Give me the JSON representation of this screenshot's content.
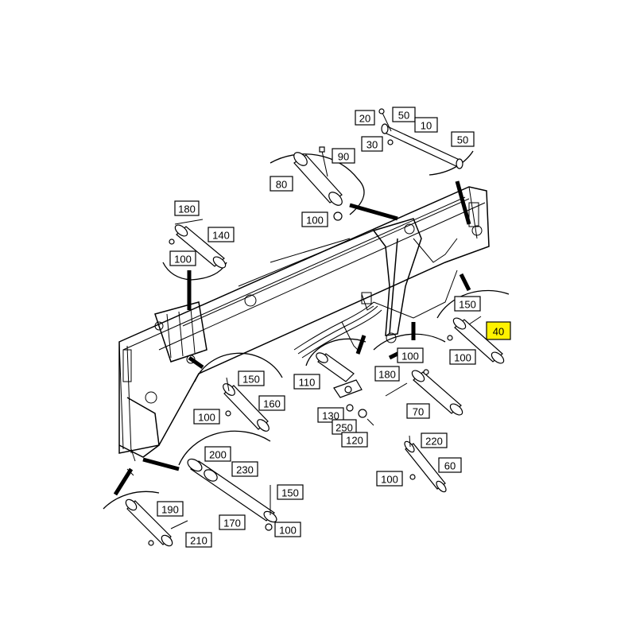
{
  "labels": [
    {
      "id": "l20",
      "text": "20"
    },
    {
      "id": "l50a",
      "text": "50"
    },
    {
      "id": "l10",
      "text": "10"
    },
    {
      "id": "l30",
      "text": "30"
    },
    {
      "id": "l50b",
      "text": "50"
    },
    {
      "id": "l90",
      "text": "90"
    },
    {
      "id": "l80",
      "text": "80"
    },
    {
      "id": "l100a",
      "text": "100"
    },
    {
      "id": "l180a",
      "text": "180"
    },
    {
      "id": "l140",
      "text": "140"
    },
    {
      "id": "l100b",
      "text": "100"
    },
    {
      "id": "l150a",
      "text": "150"
    },
    {
      "id": "l40",
      "text": "40"
    },
    {
      "id": "l100c",
      "text": "100"
    },
    {
      "id": "l100d",
      "text": "100"
    },
    {
      "id": "l180b",
      "text": "180"
    },
    {
      "id": "l70",
      "text": "70"
    },
    {
      "id": "l110",
      "text": "110"
    },
    {
      "id": "l150b",
      "text": "150"
    },
    {
      "id": "l160",
      "text": "160"
    },
    {
      "id": "l100e",
      "text": "100"
    },
    {
      "id": "l130",
      "text": "130"
    },
    {
      "id": "l250",
      "text": "250"
    },
    {
      "id": "l120",
      "text": "120"
    },
    {
      "id": "l220",
      "text": "220"
    },
    {
      "id": "l60",
      "text": "60"
    },
    {
      "id": "l100f",
      "text": "100"
    },
    {
      "id": "l200",
      "text": "200"
    },
    {
      "id": "l230",
      "text": "230"
    },
    {
      "id": "l150c",
      "text": "150"
    },
    {
      "id": "l170",
      "text": "170"
    },
    {
      "id": "l100g",
      "text": "100"
    },
    {
      "id": "l190",
      "text": "190"
    },
    {
      "id": "l210",
      "text": "210"
    }
  ],
  "highlight_color": "#fff200"
}
